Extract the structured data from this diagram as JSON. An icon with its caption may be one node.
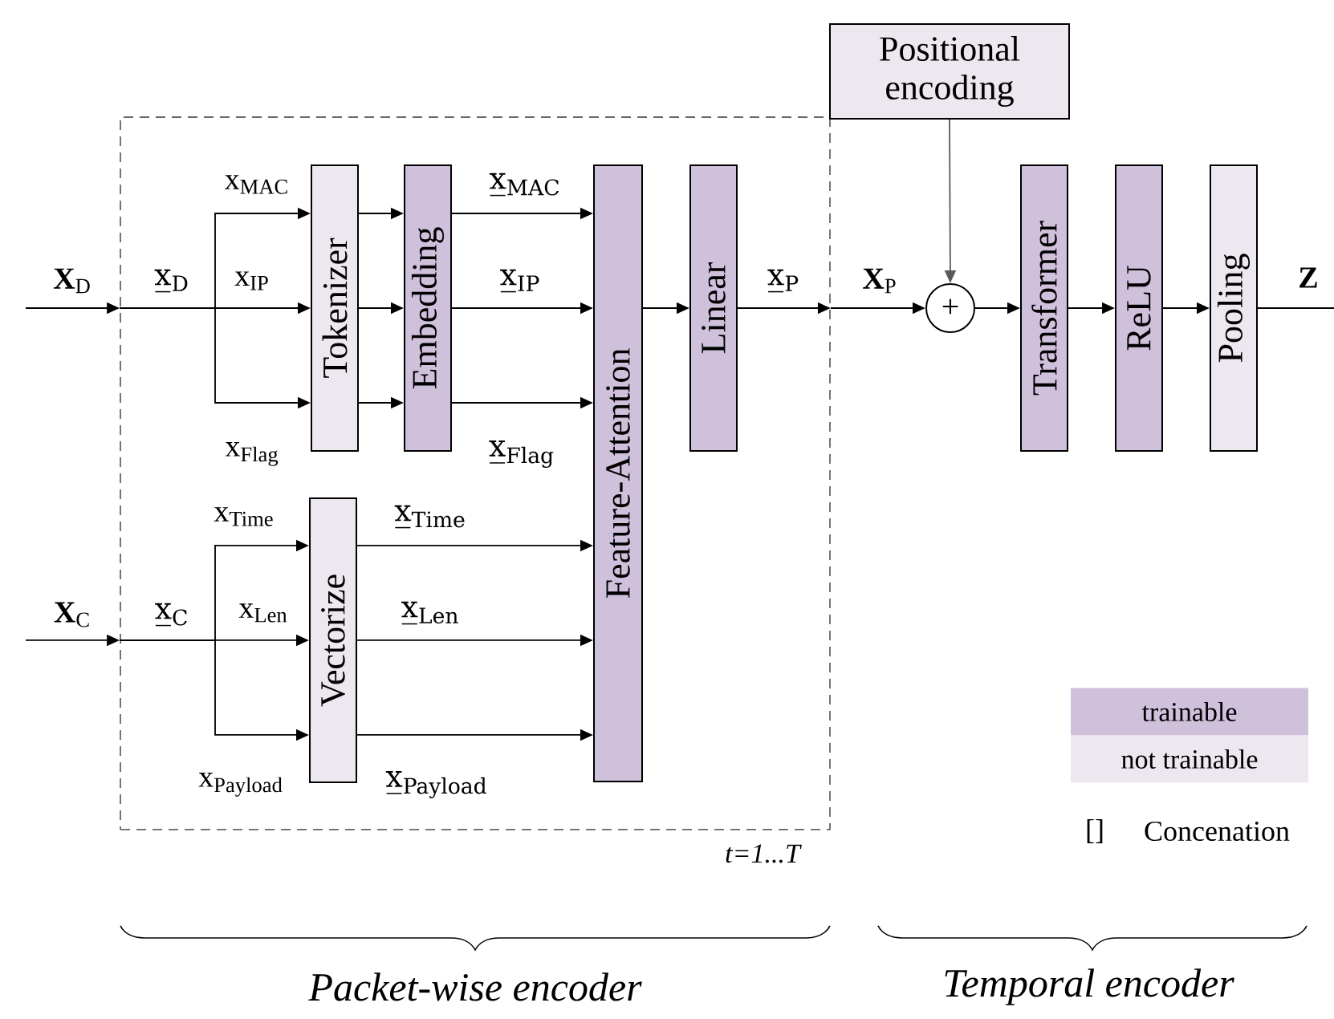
{
  "diagram": {
    "nodes": [
      {
        "text": [],
        "shape": "box",
        "beside": [
          "t=1...T"
        ]
      },
      {
        "text": [
          "Tokenizer"
        ],
        "in": 0
      },
      {
        "text": [
          "Embedding"
        ],
        "in": 0
      },
      {
        "text": [
          "Vectorize"
        ],
        "in": 0
      },
      {
        "text": [
          "Feature-Attention"
        ],
        "in": 0
      },
      {
        "text": [
          "Linear"
        ],
        "in": 0
      },
      {
        "text": [
          "Positional encoding"
        ]
      },
      {
        "text": [
          "+"
        ]
      },
      {
        "text": [
          "Transformer"
        ]
      },
      {
        "text": [
          "ReLU"
        ]
      },
      {
        "text": [
          "Pooling"
        ]
      }
    ],
    "edges": [
      {
        "from": null,
        "to": 0,
        "arrow": "to",
        "label": "**X**$_{D}$"
      },
      {
        "from": 0,
        "to": 1,
        "arrow": "to",
        "label": "x$_{MAC}$"
      },
      {
        "from": 0,
        "to": 1,
        "arrow": "to",
        "label": "x$_{IP}$"
      },
      {
        "from": 0,
        "to": 1,
        "arrow": "to",
        "label": "x$_{Flag}$"
      },
      {
        "from": 1,
        "to": 2,
        "arrow": "to"
      },
      {
        "from": 1,
        "to": 2,
        "arrow": "to"
      },
      {
        "from": 1,
        "to": 2,
        "arrow": "to"
      },
      {
        "from": 2,
        "to": 4,
        "arrow": "to",
        "label": "x̲$_{MAC}$"
      },
      {
        "from": 2,
        "to": 4,
        "arrow": "to",
        "label": "x̲$_{IP}$"
      },
      {
        "from": 2,
        "to": 4,
        "arrow": "to",
        "label": "x̲$_{Flag}$"
      },
      {
        "from": null,
        "to": 0,
        "arrow": "to",
        "label": "**X**$_{C}$"
      },
      {
        "from": 0,
        "to": 3,
        "arrow": "to",
        "label": "x$_{Time}$"
      },
      {
        "from": 0,
        "to": 3,
        "arrow": "to",
        "label": "x$_{Len}$"
      },
      {
        "from": 0,
        "to": 3,
        "arrow": "to",
        "label": "x$_{Payload}$"
      },
      {
        "from": 3,
        "to": 4,
        "arrow": "to",
        "label": "x̲$_{Time}$"
      },
      {
        "from": 3,
        "to": 4,
        "arrow": "to",
        "label": "x̲$_{Len}$"
      },
      {
        "from": 3,
        "to": 4,
        "arrow": "to",
        "label": "x̲$_{Payload}$"
      },
      {
        "from": 4,
        "to": 5,
        "arrow": "to"
      },
      {
        "from": 5,
        "to": 0,
        "arrow": "to",
        "label": "x̲$_{P}$"
      },
      {
        "from": 0,
        "to": 7,
        "arrow": "to",
        "label": "**X**$_{P}$"
      },
      {
        "from": 6,
        "to": 7,
        "arrow": "to"
      },
      {
        "from": 7,
        "to": 8,
        "arrow": "to"
      },
      {
        "from": 8,
        "to": 9,
        "arrow": "to"
      },
      {
        "from": 9,
        "to": 10,
        "arrow": "to"
      },
      {
        "from": 10,
        "to": null,
        "arrow": "none",
        "label": "**Z**"
      }
    ],
    "labels": [
      "x̲$_{D}$",
      "x̲$_{C}$",
      "[]",
      "Packet-wise encoder",
      "Temporal encoder"
    ],
    "legend": [
      {
        "text": "trainable",
        "color": "#cfc0dc"
      },
      {
        "text": "not trainable",
        "color": "#ede7f0"
      },
      {
        "text": "Concenation"
      }
    ]
  }
}
